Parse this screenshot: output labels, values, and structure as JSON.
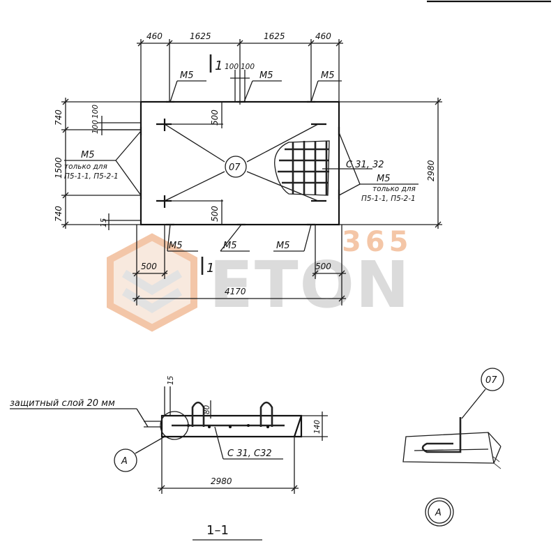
{
  "plan": {
    "dim_top": [
      "460",
      "1625",
      "1625",
      "460"
    ],
    "dim_right_total": "2980",
    "dim_left": [
      "740",
      "1500",
      "740"
    ],
    "dim_left_small": [
      "100",
      "100"
    ],
    "dim_top_small": [
      "100",
      "100"
    ],
    "dim_inner_top": "500",
    "dim_inner_bottom": "500",
    "dim_bottom_left": "500",
    "dim_bottom_right": "500",
    "dim_total_bottom": "4170",
    "dim_small_15": "15",
    "section_mark_top": "1",
    "section_mark_bottom": "1",
    "m5_top_left": "М5",
    "m5_top_mid": "М5",
    "m5_top_right": "М5",
    "m5_bottom_left": "М5",
    "m5_bottom_mid": "М5",
    "m5_bottom_right": "М5",
    "m5_side_left": "М5",
    "m5_side_right": "М5",
    "only_for_left_1": "только для",
    "only_for_left_2": "П5-1-1, П5-2-1",
    "only_for_right_1": "только для",
    "only_for_right_2": "П5-1-1, П5-2-1",
    "mesh_label": "С 31, 32",
    "center_marker": "07"
  },
  "section": {
    "cover_layer": "защитный слой 20 мм",
    "dim_15": "15",
    "dim_80": "80",
    "dim_140": "140",
    "mesh_label": "С 31, С32",
    "callout": "А",
    "dim_width": "2980",
    "title": "1–1"
  },
  "detail": {
    "marker": "07",
    "callout": "А"
  },
  "watermark": {
    "number": "365",
    "text": "ETON"
  }
}
